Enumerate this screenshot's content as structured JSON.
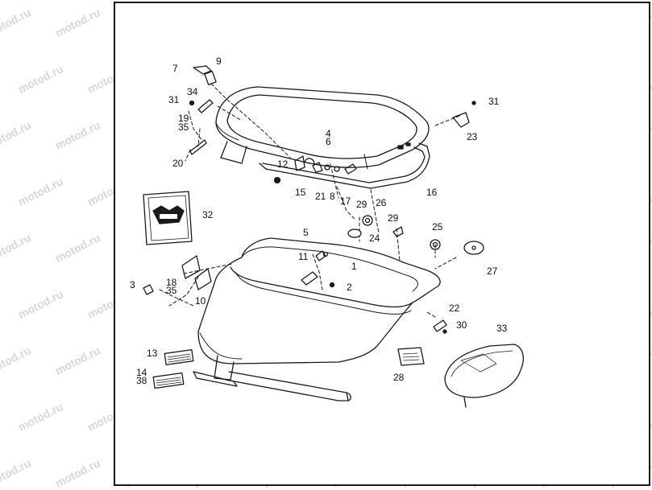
{
  "watermark": "motod.ru",
  "callouts": [
    "1",
    "2",
    "3",
    "4",
    "5",
    "6",
    "7",
    "8",
    "9",
    "10",
    "11",
    "12",
    "13",
    "14",
    "15",
    "16",
    "17",
    "18",
    "19",
    "20",
    "21",
    "22",
    "23",
    "24",
    "25",
    "26",
    "27",
    "28",
    "29",
    "30",
    "31",
    "32",
    "33",
    "34",
    "35",
    "38"
  ]
}
